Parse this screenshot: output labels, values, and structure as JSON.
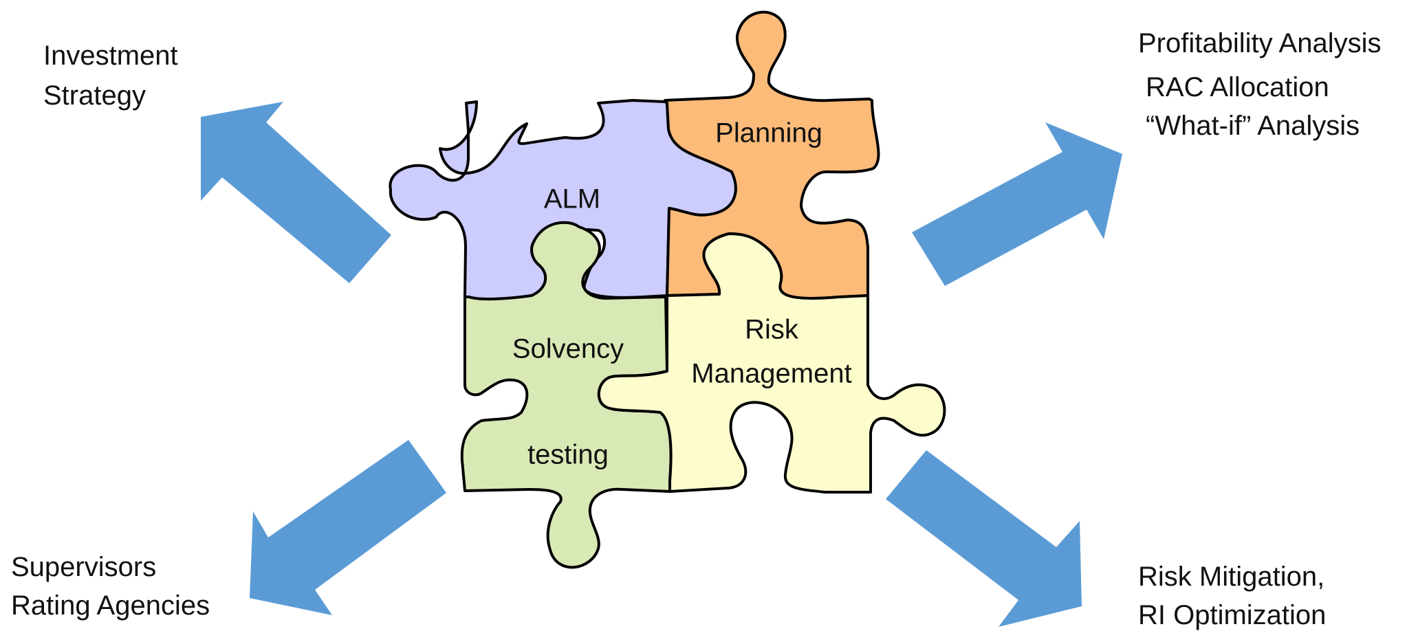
{
  "colors": {
    "arrow": "#5b9bd5",
    "alm": "#ccccfd",
    "planning": "#fdbb7a",
    "solvency": "#d8e9b5",
    "risk": "#fdfccc"
  },
  "pieces": {
    "alm": {
      "label": "ALM"
    },
    "planning": {
      "label": "Planning"
    },
    "solvency": {
      "line1": "Solvency",
      "line2": "testing"
    },
    "risk": {
      "line1": "Risk",
      "line2": "Management"
    }
  },
  "corners": {
    "top_left": [
      "Investment",
      "Strategy"
    ],
    "top_right": [
      "Profitability Analysis",
      "RAC Allocation",
      "“What-if” Analysis"
    ],
    "bottom_left": [
      "Supervisors",
      "Rating Agencies"
    ],
    "bottom_right": [
      "Risk Mitigation,",
      "RI Optimization"
    ]
  }
}
